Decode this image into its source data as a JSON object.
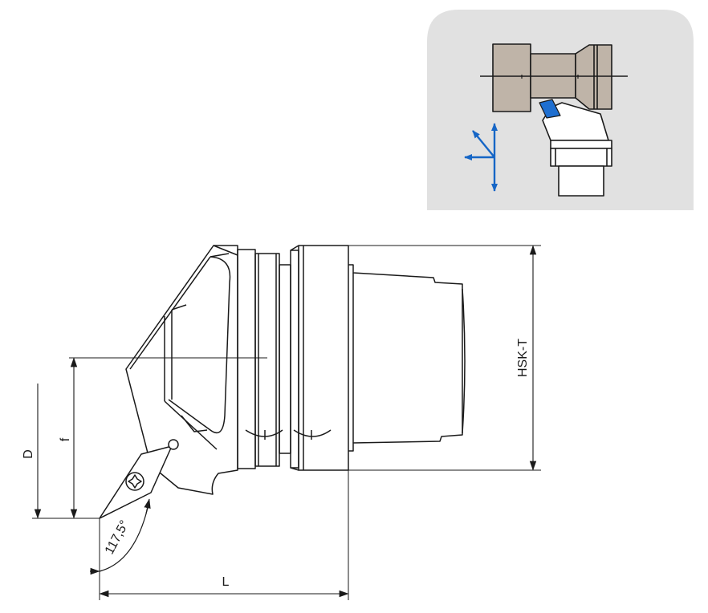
{
  "dimensions": {
    "d_label": "D",
    "f_label": "f",
    "l_label": "L",
    "hsk_label": "HSK-T",
    "angle_label": "117,5°"
  },
  "colors": {
    "line": "#1a1a1a",
    "panel_bg": "#e1e1e1",
    "workpiece_fill": "#bfb4a8",
    "insert_blue": "#1f6fd0",
    "arrow_blue": "#1666c6"
  },
  "icons": {
    "insert_screw": "torx-screw-icon",
    "direction": "feed-direction-arrows-icon"
  }
}
